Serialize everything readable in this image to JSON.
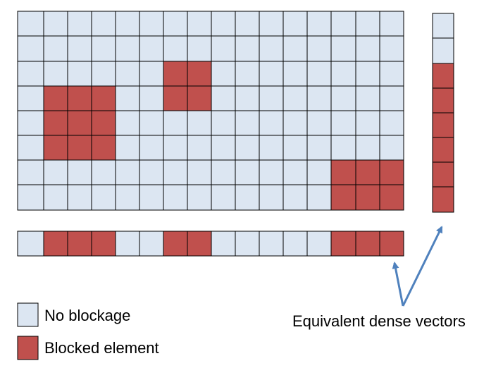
{
  "colors": {
    "free": "#dce6f2",
    "blocked": "#c0504d",
    "border": "#000000",
    "arrow": "#4f81bd"
  },
  "grid": {
    "rows": 8,
    "cols": 16,
    "blocked_regions": [
      {
        "row_start": 2,
        "row_end": 3,
        "col_start": 6,
        "col_end": 7
      },
      {
        "row_start": 3,
        "row_end": 5,
        "col_start": 1,
        "col_end": 3
      },
      {
        "row_start": 6,
        "row_end": 7,
        "col_start": 13,
        "col_end": 15
      }
    ]
  },
  "column_vector": {
    "cells": [
      0,
      1,
      1,
      1,
      0,
      0,
      1,
      1,
      0,
      0,
      0,
      0,
      0,
      1,
      1,
      1
    ]
  },
  "row_vector": {
    "cells": [
      0,
      0,
      1,
      1,
      1,
      1,
      1,
      1
    ]
  },
  "legend": {
    "free_label": "No blockage",
    "blocked_label": "Blocked element"
  },
  "annotation": {
    "text": "Equivalent dense vectors"
  }
}
